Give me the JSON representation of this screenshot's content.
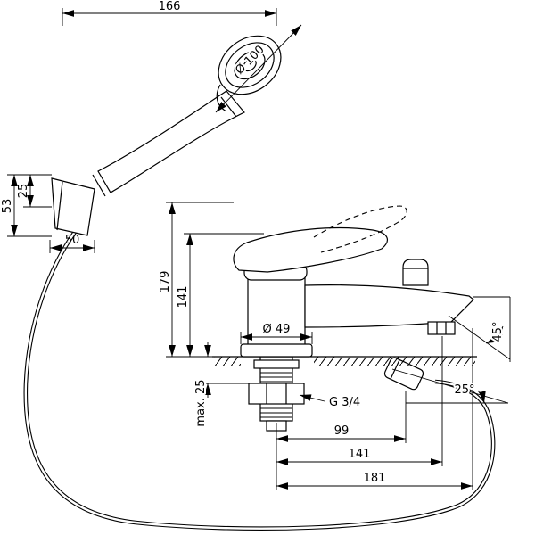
{
  "colors": {
    "line": "#000000",
    "background": "#ffffff"
  },
  "labels": {
    "overall_width": "166",
    "handshower_diameter": "Ø 100",
    "holder_height": "53",
    "holder_offset": "25",
    "holder_width": "50",
    "height_open": "179",
    "height_closed": "141",
    "base_diameter": "Ø 49",
    "max_deck_thickness": "max. 25",
    "thread_size": "G 3/4",
    "reach_hose_outlet": "99",
    "reach_aerator": "141",
    "reach_spout_tip": "181",
    "spout_angle": "45°",
    "hose_outlet_angle": "25°"
  }
}
